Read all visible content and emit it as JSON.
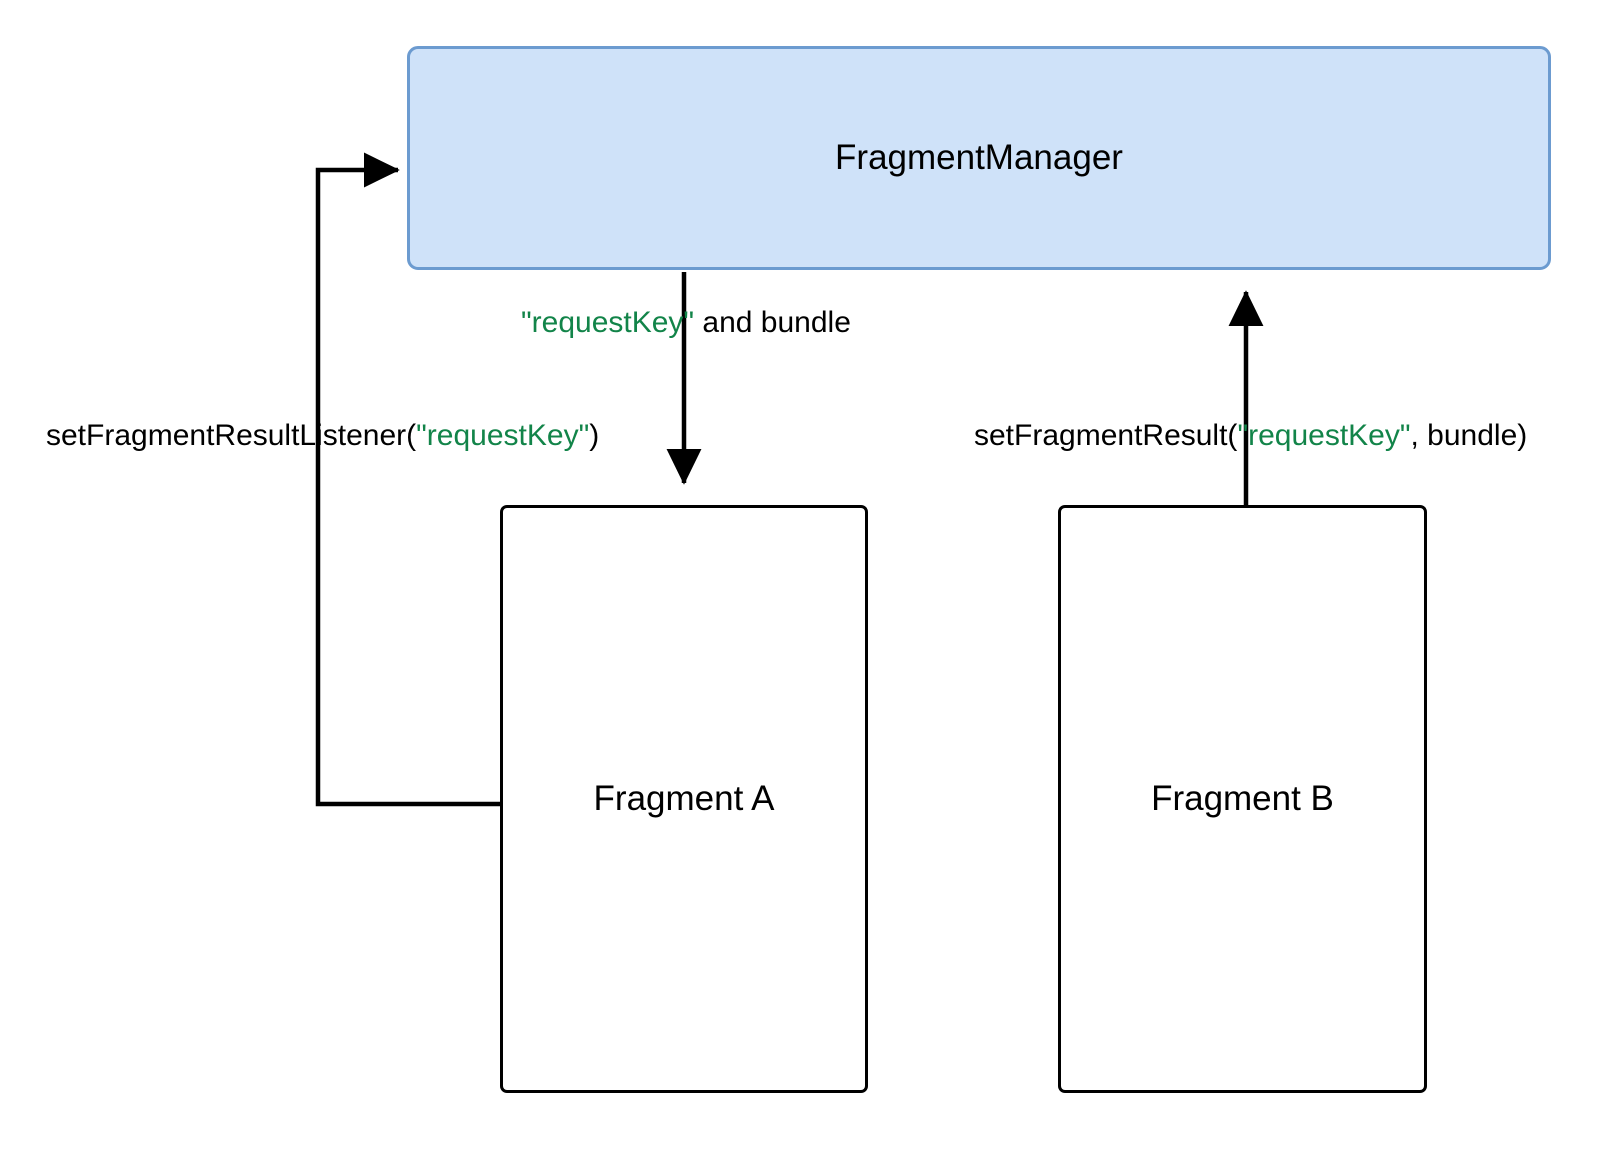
{
  "diagram": {
    "type": "flow-diagram",
    "title_text": "",
    "background_color": "#ffffff",
    "key_highlight_color": "#128449",
    "nodes": [
      {
        "id": "fragment-manager",
        "label": "FragmentManager",
        "fill": "#cfe2f9",
        "stroke": "#6c9bd0"
      },
      {
        "id": "fragment-a",
        "label": "Fragment A",
        "fill": "#ffffff",
        "stroke": "#000000"
      },
      {
        "id": "fragment-b",
        "label": "Fragment B",
        "fill": "#ffffff",
        "stroke": "#000000"
      }
    ],
    "edges": [
      {
        "id": "listener",
        "from": "fragment-a",
        "to": "fragment-manager",
        "label_parts": [
          {
            "text": "setFragmentResultListener(",
            "color": "#000000"
          },
          {
            "text": "\"requestKey\"",
            "color": "#128449"
          },
          {
            "text": ")",
            "color": "#000000"
          }
        ]
      },
      {
        "id": "key-bundle",
        "from": "fragment-manager",
        "to": "fragment-a",
        "label_parts": [
          {
            "text": "\"requestKey\"",
            "color": "#128449"
          },
          {
            "text": " and bundle",
            "color": "#000000"
          }
        ]
      },
      {
        "id": "set-result",
        "from": "fragment-b",
        "to": "fragment-manager",
        "label_parts": [
          {
            "text": "setFragmentResult(",
            "color": "#000000"
          },
          {
            "text": "\"requestKey\"",
            "color": "#128449"
          },
          {
            "text": ", bundle)",
            "color": "#000000"
          }
        ]
      }
    ]
  }
}
